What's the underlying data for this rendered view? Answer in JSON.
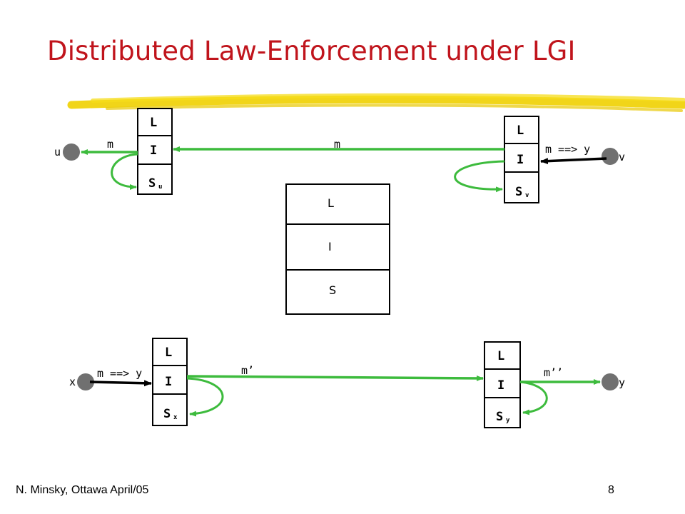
{
  "title": "Distributed Law-Enforcement under LGI",
  "footer": {
    "author_venue": "N. Minsky, Ottawa April/05",
    "page_number": "8"
  },
  "colors": {
    "title": "#c0141c",
    "arrow_green": "#3dbb3d",
    "highlight": "#f0d000",
    "agent": "#707070"
  },
  "central_box": {
    "top": "L",
    "middle": "I",
    "bottom": "S"
  },
  "controller_u": {
    "law": "L",
    "interface": "I",
    "state": "S",
    "state_sub": "u",
    "agent": "u",
    "message": "m"
  },
  "controller_v": {
    "law": "L",
    "interface": "I",
    "state": "S",
    "state_sub": "v",
    "agent": "v",
    "send_label": "m ==> y"
  },
  "top_message": "m",
  "controller_x": {
    "law": "L",
    "interface": "I",
    "state": "S",
    "state_sub": "x",
    "agent": "x",
    "send_label": "m ==> y"
  },
  "controller_y": {
    "law": "L",
    "interface": "I",
    "state": "S",
    "state_sub": "y",
    "agent": "y",
    "message": "m’’"
  },
  "bottom_message": "m’"
}
